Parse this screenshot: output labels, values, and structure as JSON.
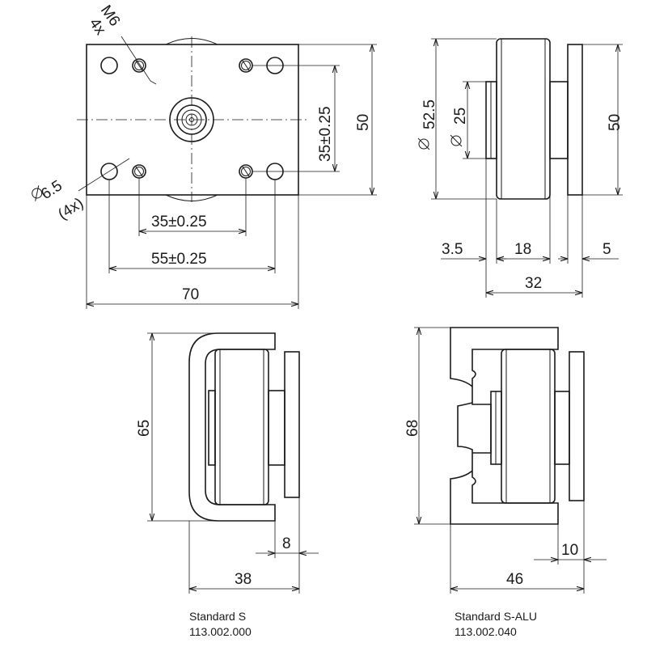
{
  "top_view": {
    "thread": "M6",
    "thread_count": "4x",
    "hole_diameter": "6.5",
    "hole_count": "(4x)",
    "hole_spacing_vertical": "35±0.25",
    "height": "50",
    "hole_spacing_inner": "35±0.25",
    "hole_spacing_outer": "55±0.25",
    "width": "70"
  },
  "side_view": {
    "outer_diameter": "52.5",
    "inner_diameter": "25",
    "height": "50",
    "dim_left": "3.5",
    "dim_middle": "18",
    "dim_right": "5",
    "total_depth": "32"
  },
  "standard_s": {
    "height": "65",
    "plate_thickness": "8",
    "depth": "38",
    "name": "Standard S",
    "part_number": "113.002.000"
  },
  "standard_s_alu": {
    "height": "68",
    "plate_thickness": "10",
    "depth": "46",
    "name": "Standard S-ALU",
    "part_number": "113.002.040"
  }
}
